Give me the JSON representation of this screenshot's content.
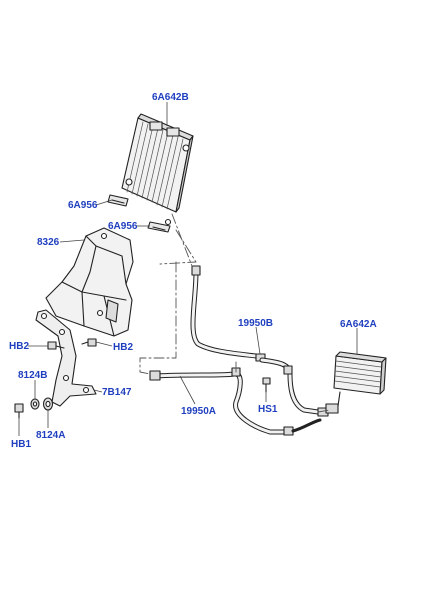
{
  "colors": {
    "callout": "#1f3fbf",
    "line": "#222222",
    "leader": "#444444",
    "part_fill": "#f2f2f2",
    "shade": "#bdbdbd"
  },
  "callouts": {
    "c6a642b": "6A642B",
    "c6a956_left": "6A956",
    "c6a956_right": "6A956",
    "c8326": "8326",
    "chb2_left": "HB2",
    "chb2_right": "HB2",
    "c19950b": "19950B",
    "c6a642a": "6A642A",
    "c8124b": "8124B",
    "c7b147": "7B147",
    "chs1": "HS1",
    "c19950a": "19950A",
    "c8124a": "8124A",
    "chb1": "HB1"
  }
}
